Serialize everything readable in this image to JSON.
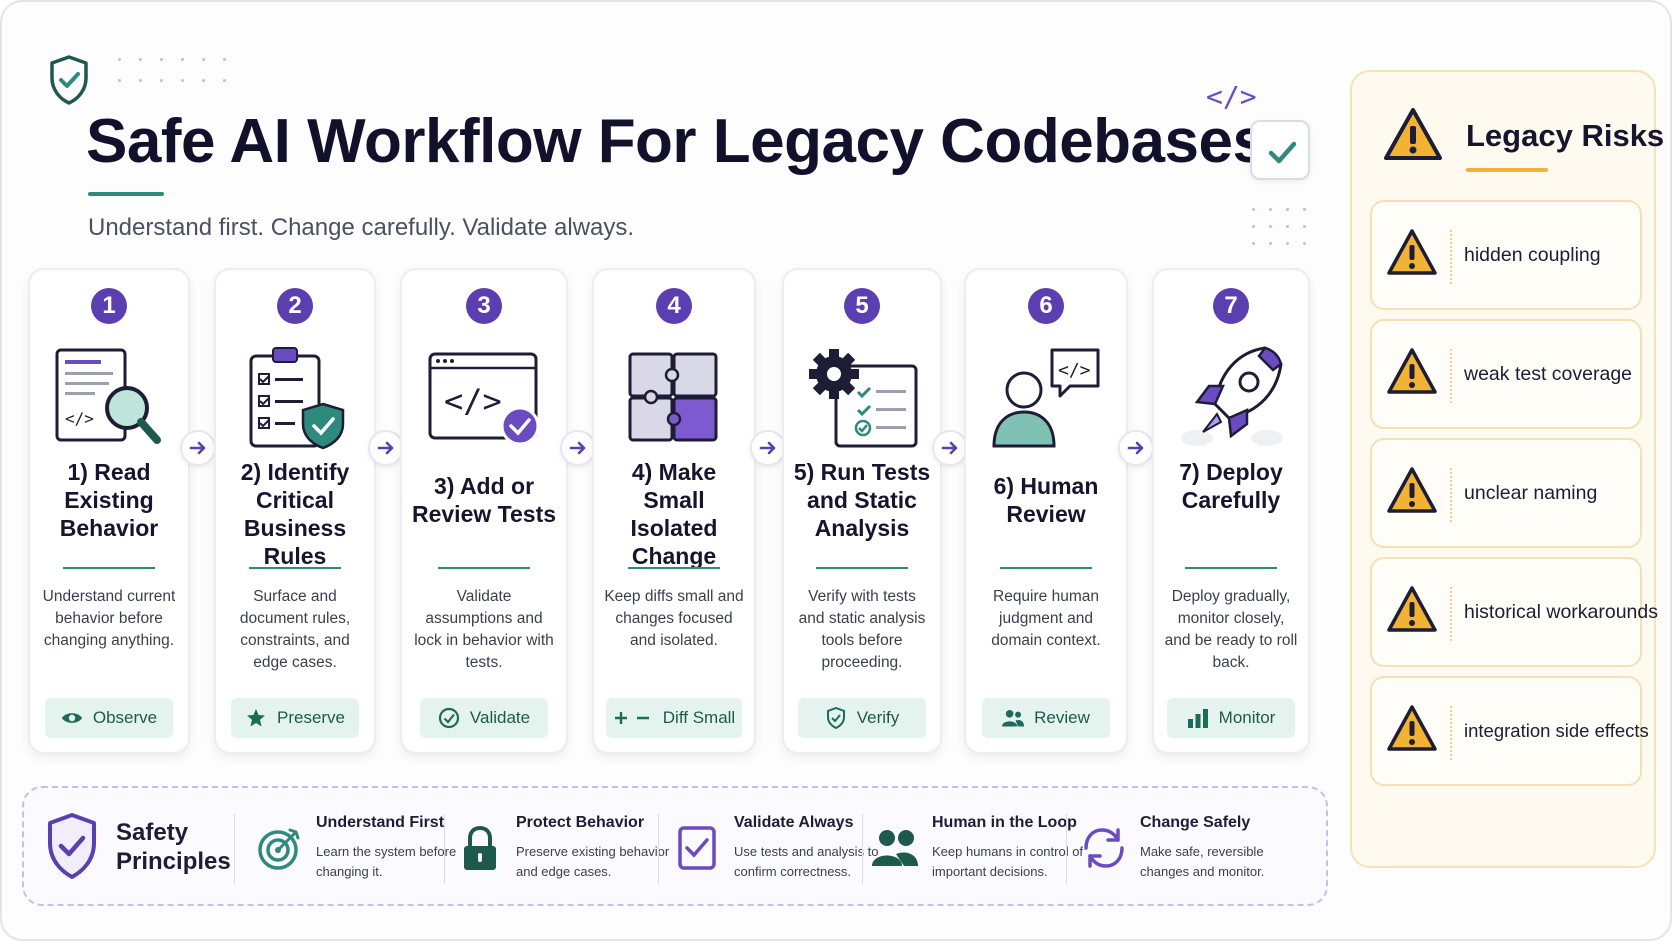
{
  "header": {
    "title": "Safe AI Workflow For Legacy Codebases",
    "subtitle": "Understand first. Change carefully. Validate always.",
    "code_glyph": "</>"
  },
  "steps": [
    {
      "number": "1",
      "title": "1) Read Existing Behavior",
      "desc": "Understand current behavior before changing anything.",
      "pill": "Observe",
      "pill_icon": "eye-icon"
    },
    {
      "number": "2",
      "title": "2) Identify Critical Business Rules",
      "desc": "Surface and document rules, constraints, and edge cases.",
      "pill": "Preserve",
      "pill_icon": "star-icon"
    },
    {
      "number": "3",
      "title": "3) Add or Review Tests",
      "desc": "Validate assumptions and lock in behavior with tests.",
      "pill": "Validate",
      "pill_icon": "check-circle-icon"
    },
    {
      "number": "4",
      "title": "4) Make Small Isolated Change",
      "desc": "Keep diffs small and changes focused and isolated.",
      "pill": "Diff Small",
      "pill_icon": "plus-minus-icon"
    },
    {
      "number": "5",
      "title": "5) Run Tests and Static Analysis",
      "desc": "Verify with tests and static analysis tools before proceeding.",
      "pill": "Verify",
      "pill_icon": "shield-check-icon"
    },
    {
      "number": "6",
      "title": "6) Human Review",
      "desc": "Require human judgment and domain context.",
      "pill": "Review",
      "pill_icon": "people-icon"
    },
    {
      "number": "7",
      "title": "7) Deploy Carefully",
      "desc": "Deploy gradually, monitor closely, and be ready to roll back.",
      "pill": "Monitor",
      "pill_icon": "bar-chart-icon"
    }
  ],
  "principles": {
    "title": "Safety Principles",
    "items": [
      {
        "title": "Understand First",
        "desc": "Learn the system before changing it.",
        "icon": "target-icon"
      },
      {
        "title": "Protect Behavior",
        "desc": "Preserve existing behavior and edge cases.",
        "icon": "lock-icon"
      },
      {
        "title": "Validate Always",
        "desc": "Use tests and analysis to confirm correctness.",
        "icon": "checkbox-icon"
      },
      {
        "title": "Human in the Loop",
        "desc": "Keep humans in control of important decisions.",
        "icon": "people-icon"
      },
      {
        "title": "Change Safely",
        "desc": "Make safe, reversible changes and monitor.",
        "icon": "refresh-icon"
      }
    ]
  },
  "risks": {
    "title": "Legacy Risks",
    "items": [
      "hidden coupling",
      "weak test coverage",
      "unclear naming",
      "historical workarounds",
      "integration side effects"
    ]
  },
  "colors": {
    "purple": "#5b3fb0",
    "teal": "#2e8a7c",
    "amber": "#f2b233"
  }
}
